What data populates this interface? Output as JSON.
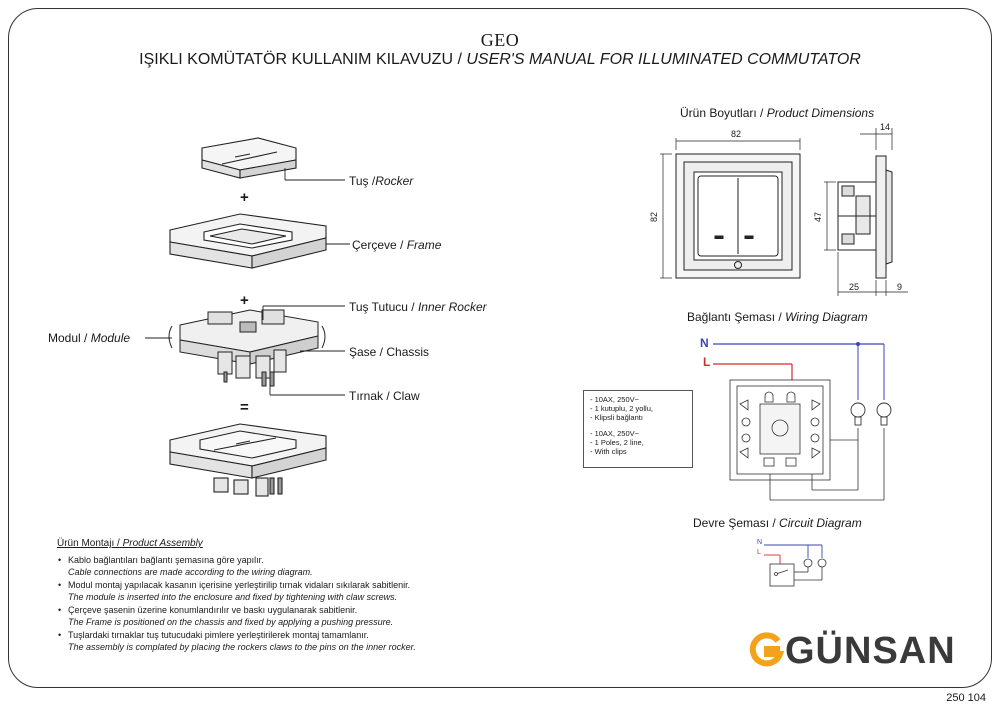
{
  "header": {
    "brand": "GEO",
    "title_tr": "IŞIKLI KOMÜTATÖR KULLANIM KILAVUZU /",
    "title_en": "USER'S MANUAL FOR ILLUMINATED COMMUTATOR"
  },
  "exploded": {
    "rocker_tr": "Tuş /",
    "rocker_en": "Rocker",
    "frame_tr": "Çerçeve /",
    "frame_en": "Frame",
    "inner_rocker_tr": "Tuş Tutucu /",
    "inner_rocker_en": "Inner Rocker",
    "module_tr": "Modul /",
    "module_en": "Module",
    "chassis": "Şase / Chassis",
    "claw": "Tırnak / Claw",
    "plus": "+",
    "equals": "="
  },
  "dimensions": {
    "heading_tr": "Ürün Boyutları /",
    "heading_en": "Product Dimensions",
    "width": "82",
    "height": "82",
    "depth_top": "14",
    "module_height": "47",
    "depth_bottom_a": "25",
    "depth_bottom_b": "9"
  },
  "wiring": {
    "heading_tr": "Bağlantı Şeması /",
    "heading_en": "Wiring Diagram",
    "neutral": "N",
    "live": "L",
    "wire_n_color": "#3b46b8",
    "wire_l_color": "#d42b2b"
  },
  "specs": {
    "tr": [
      "- 10AX, 250V~",
      "- 1 kutuplu, 2 yollu,",
      "- Klipsli bağlantı"
    ],
    "en": [
      "- 10AX, 250V~",
      "- 1 Poles, 2 line,",
      "- With clips"
    ]
  },
  "circuit": {
    "heading_tr": "Devre Şeması /",
    "heading_en": "Circuit Diagram",
    "neutral": "N",
    "live": "L"
  },
  "assembly": {
    "heading_tr": "Ürün Montajı /",
    "heading_en": "Product Assembly",
    "steps": [
      {
        "tr": "Kablo bağlantıları bağlantı şemasına göre yapılır.",
        "en": "Cable connections are made according to the wiring diagram."
      },
      {
        "tr": "Modul montaj yapılacak kasanın içerisine yerleştirilip tırnak vidaları sıkılarak sabitlenir.",
        "en": "The module is inserted into the enclosure and fixed by tightening with claw screws."
      },
      {
        "tr": "Çerçeve şasenin üzerine konumlandırılır ve baskı uygulanarak sabitlenir.",
        "en": "The Frame is positioned on the chassis and fixed by applying a pushing pressure."
      },
      {
        "tr": "Tuşlardaki tırnaklar tuş tutucudaki pimlere yerleştirilerek montaj tamamlanır.",
        "en": "The assembly is complated by placing the rockers claws to the pins on the inner rocker."
      }
    ]
  },
  "logo": {
    "text": "GÜNSAN",
    "accent_color": "#f2a31b"
  },
  "product_code": "250 104"
}
